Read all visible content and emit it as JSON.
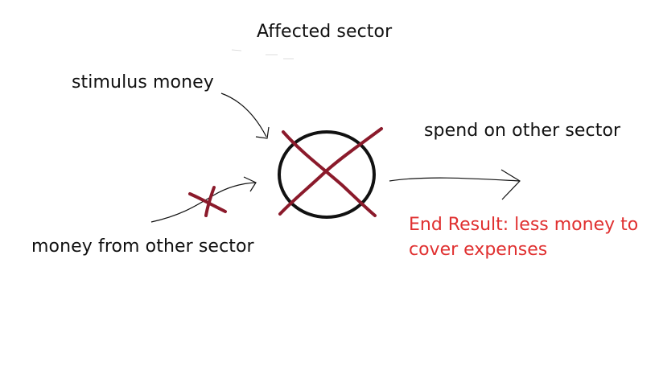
{
  "diagram": {
    "title": "Affected sector",
    "input_top_label": "stimulus money",
    "input_bottom_label": "money from other sector",
    "output_label": "spend on other sector",
    "result_line1": "End Result: less money to",
    "result_line2": "cover expenses",
    "colors": {
      "ink": "#111111",
      "cross": "#8b1a2b",
      "result_text": "#e03030"
    }
  }
}
